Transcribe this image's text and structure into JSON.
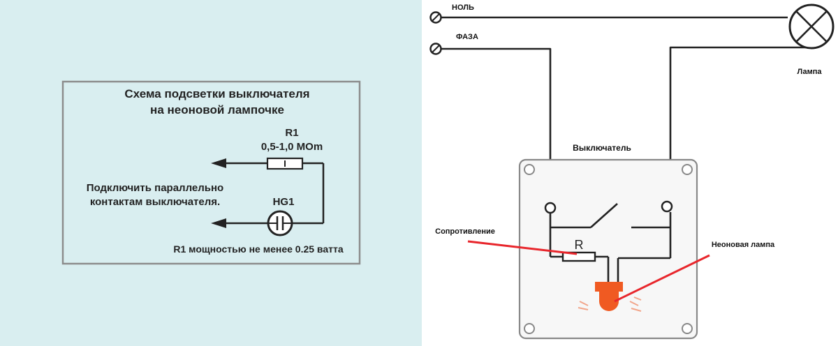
{
  "left_panel": {
    "title_line1": "Схема подсветки выключателя",
    "title_line2": "на неоновой лампочке",
    "resistor_label": "R1",
    "resistor_value": "0,5-1,0 МОm",
    "connect_line1": "Подключить параллельно",
    "connect_line2": "контактам выключателя.",
    "neon_label": "HG1",
    "power_note": "R1 мощностью не менее 0.25 ватта",
    "colors": {
      "background": "#d9eef0",
      "border": "#8c8c8c",
      "ink": "#222222"
    }
  },
  "right_panel": {
    "neutral_label": "НОЛЬ",
    "phase_label": "ФАЗА",
    "lamp_label": "Лампа",
    "switch_label": "Выключатель",
    "resistor_label": "Сопротивление",
    "resistor_symbol": "R",
    "neon_label": "Неоновая лампа",
    "colors": {
      "wire": "#222222",
      "pointer": "#e8262c",
      "neon": "#f05a22",
      "plate": "#f7f7f7"
    }
  }
}
